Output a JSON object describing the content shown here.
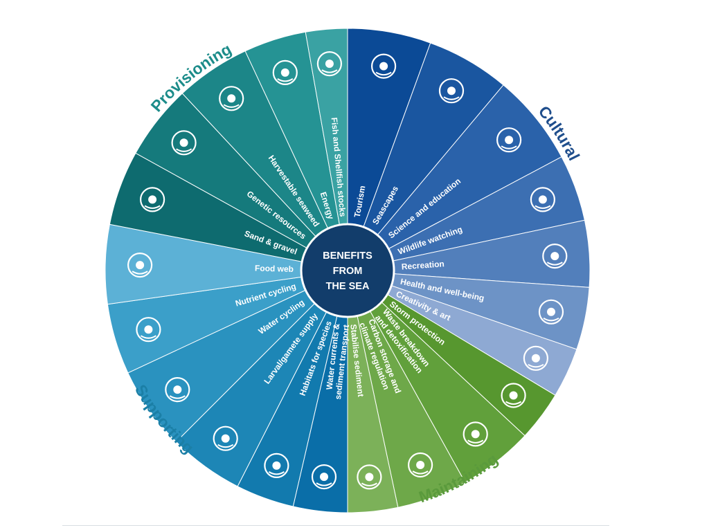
{
  "center": {
    "lines": [
      "BENEFITS",
      "FROM",
      "THE SEA"
    ],
    "color": "#123d6b"
  },
  "groups": [
    {
      "name": "Provisioning",
      "color": "#1c8c8a"
    },
    {
      "name": "Cultural",
      "color": "#1f4e8c"
    },
    {
      "name": "Maintaining",
      "color": "#5a9a3c"
    },
    {
      "name": "Supporting",
      "color": "#1b7fa6"
    }
  ],
  "segments": [
    {
      "lines": [
        "Tourism"
      ],
      "color": "#0b4a96",
      "icon": "ship-icon"
    },
    {
      "lines": [
        "Seascapes"
      ],
      "color": "#1a56a0",
      "icon": "iceberg-icon"
    },
    {
      "lines": [
        "Science and education"
      ],
      "color": "#2a62aa",
      "icon": "books-icon"
    },
    {
      "lines": [
        "Wildlife watching"
      ],
      "color": "#3c6fb2",
      "icon": "dolphin-icon"
    },
    {
      "lines": [
        "Recreation"
      ],
      "color": "#527fbb",
      "icon": "kayak-icon"
    },
    {
      "lines": [
        "Health and well-being"
      ],
      "color": "#6d93c6",
      "icon": "heart-pulse-icon"
    },
    {
      "lines": [
        "Creativity & art"
      ],
      "color": "#8ea9d3",
      "icon": "palette-icon"
    },
    {
      "lines": [
        "Storm protection"
      ],
      "color": "#57972f",
      "icon": "wave-icon"
    },
    {
      "lines": [
        "Waste breakdown",
        "and detoxification"
      ],
      "color": "#61a03b",
      "icon": "recycle-icon"
    },
    {
      "lines": [
        "Carbon storage and",
        "climate regulation"
      ],
      "color": "#6ea849",
      "icon": "globe-thermometer-icon"
    },
    {
      "lines": [
        "Stabilise sediment"
      ],
      "color": "#7cb159",
      "icon": "roots-icon"
    },
    {
      "lines": [
        "Water currents &",
        "sediment transport"
      ],
      "color": "#0a6ea8",
      "icon": "scotland-map-icon"
    },
    {
      "lines": [
        "Habitats for species"
      ],
      "color": "#127aae",
      "icon": "seabed-habitat-icon"
    },
    {
      "lines": [
        "Larval/gamete supply"
      ],
      "color": "#1d86b6",
      "icon": "larvae-icon"
    },
    {
      "lines": [
        "Water cycling"
      ],
      "color": "#2a92bf",
      "icon": "tap-icon"
    },
    {
      "lines": [
        "Nutrient cycling"
      ],
      "color": "#3b9fc9",
      "icon": "cnp-cycle-icon"
    },
    {
      "lines": [
        "Food web"
      ],
      "color": "#5cb1d6",
      "icon": "fish-icon"
    },
    {
      "lines": [
        "Sand & gravel"
      ],
      "color": "#0e6b6f",
      "icon": "sandcastle-icon"
    },
    {
      "lines": [
        "Genetic resources"
      ],
      "color": "#157a7c",
      "icon": "dna-icon"
    },
    {
      "lines": [
        "Harvestable seaweed"
      ],
      "color": "#1c8688",
      "icon": "seaweed-icon"
    },
    {
      "lines": [
        "Energy"
      ],
      "color": "#259394",
      "icon": "energy-icon"
    },
    {
      "lines": [
        "Fish and Shellfish stocks"
      ],
      "color": "#3aa2a3",
      "icon": "shell-fish-icon"
    }
  ]
}
